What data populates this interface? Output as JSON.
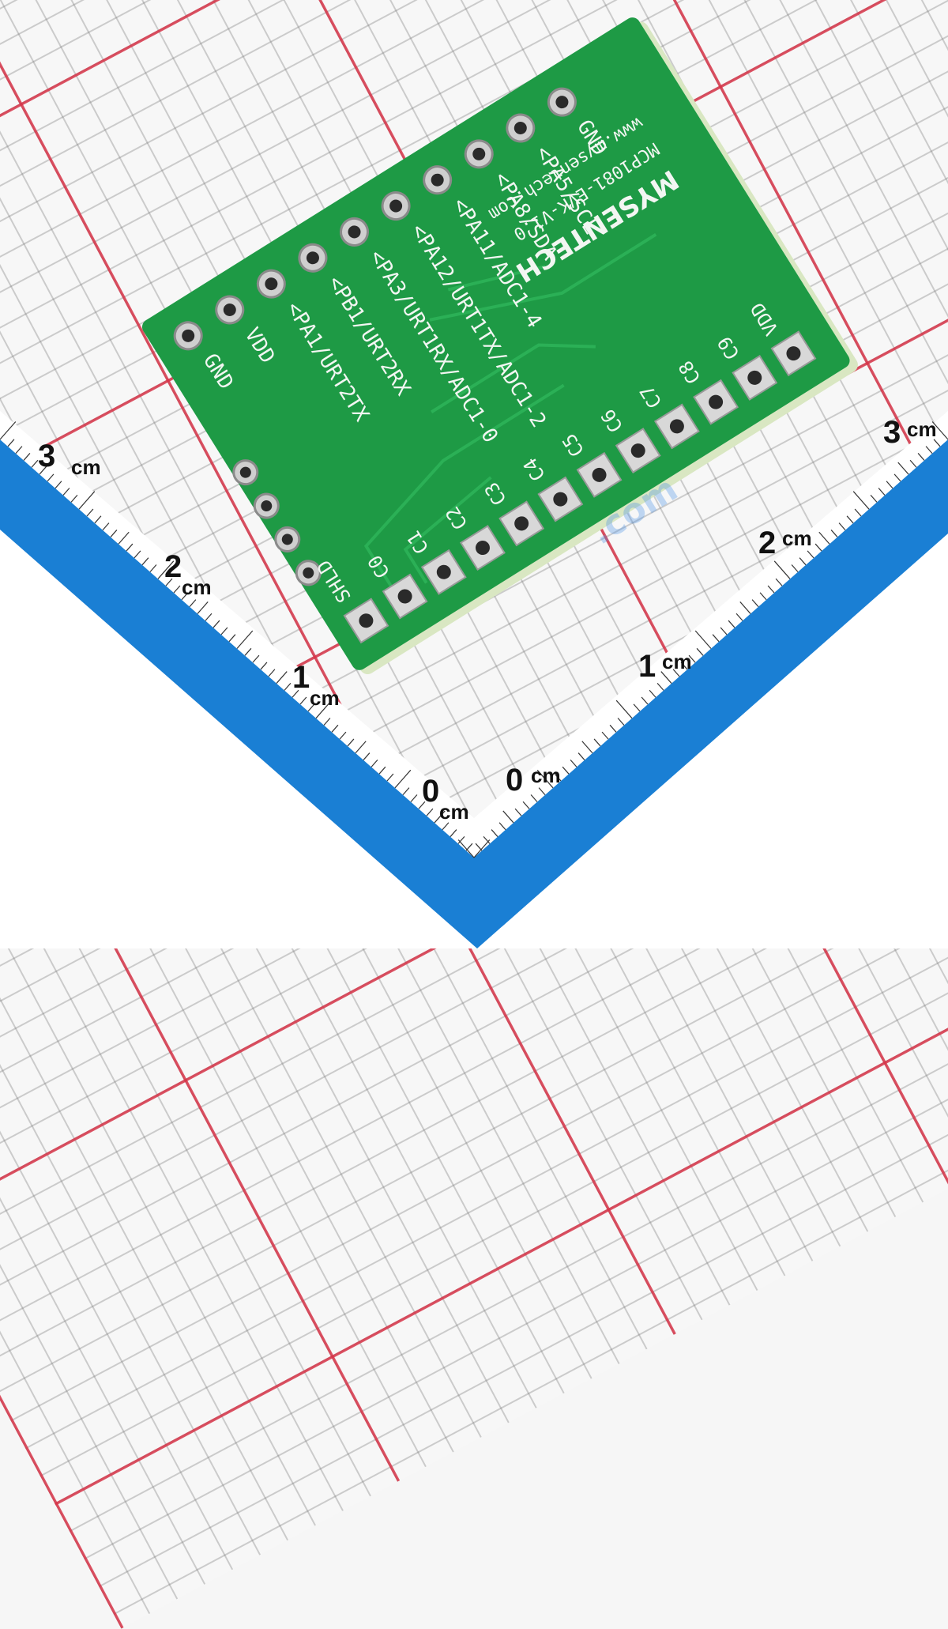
{
  "ruler": {
    "left_labels": [
      "3",
      "2",
      "1",
      "0"
    ],
    "right_labels": [
      "3",
      "2",
      "1",
      "0"
    ],
    "unit": "cm"
  },
  "board": {
    "brand": "MYSENTECH",
    "model": "MCP1081-EVK-V1.0",
    "website": "www.mysentech.com",
    "left_pins": [
      "GND",
      "VDD",
      "<PA1/URT2TX",
      "<PB1/URT2RX",
      "<PA3/URT1RX/ADC1-0",
      "<PA12/URT1TX/ADC1-2",
      "<PA11/ADC1-4",
      "<PA8/SDA",
      "<PA5/SCL",
      "GND"
    ],
    "bottom_pins": [
      "SHLD",
      "C0",
      "C1",
      "C2",
      "C3",
      "C4",
      "C5",
      "C6",
      "C7",
      "C8",
      "C9",
      "VDD"
    ]
  },
  "watermark": ".com",
  "colors": {
    "pcb": "#1e9a45",
    "pcb_edge": "#d9e7c2",
    "ruler_blue": "#1a7fd4",
    "grid_red": "#d63448"
  }
}
